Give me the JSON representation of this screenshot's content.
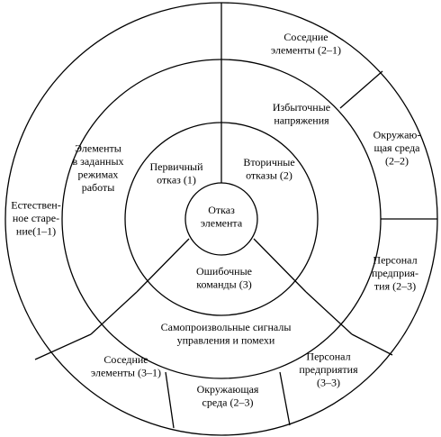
{
  "center": [
    "Отказ",
    "элемента"
  ],
  "inner_ring": {
    "primary": [
      "Первичный",
      "отказ (1)"
    ],
    "secondary": [
      "Вторичные",
      "отказы (2)"
    ],
    "erroneous": [
      "Ошибочные",
      "команды (3)"
    ]
  },
  "middle_ring": {
    "specified_modes": [
      "Элементы",
      "в заданных",
      "режимах",
      "работы"
    ],
    "overvoltage": [
      "Избыточные",
      "напряжения"
    ],
    "spontaneous": [
      "Самопроизвольные сигналы",
      "управления и помехи"
    ]
  },
  "outer_ring": {
    "natural_aging": [
      "Естествен-",
      "ное старе-",
      "ние(1–1)"
    ],
    "adjacent_2_1": [
      "Соседние",
      "элементы (2–1)"
    ],
    "environment_2_2": [
      "Окружаю-",
      "щая среда",
      "(2–2)"
    ],
    "personnel_2_3": [
      "Персонал",
      "предприя-",
      "тия (2–3)"
    ],
    "personnel_3_3": [
      "Персонал",
      "предприятия",
      "(3–3)"
    ],
    "environment_2_3": [
      "Окружающая",
      "среда (2–3)"
    ],
    "adjacent_3_1": [
      "Соседние",
      "элементы (3–1)"
    ]
  }
}
